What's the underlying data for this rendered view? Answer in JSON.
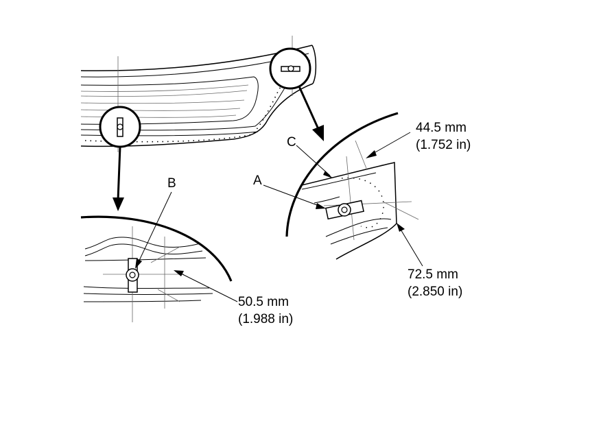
{
  "callouts": {
    "a": "A",
    "b": "B",
    "c": "C"
  },
  "dimensions": {
    "top_right": {
      "mm": "44.5 mm",
      "inch": "(1.752 in)"
    },
    "bottom_right": {
      "mm": "72.5 mm",
      "inch": "(2.850 in)"
    },
    "bottom_left": {
      "mm": "50.5 mm",
      "inch": "(1.988 in)"
    }
  }
}
